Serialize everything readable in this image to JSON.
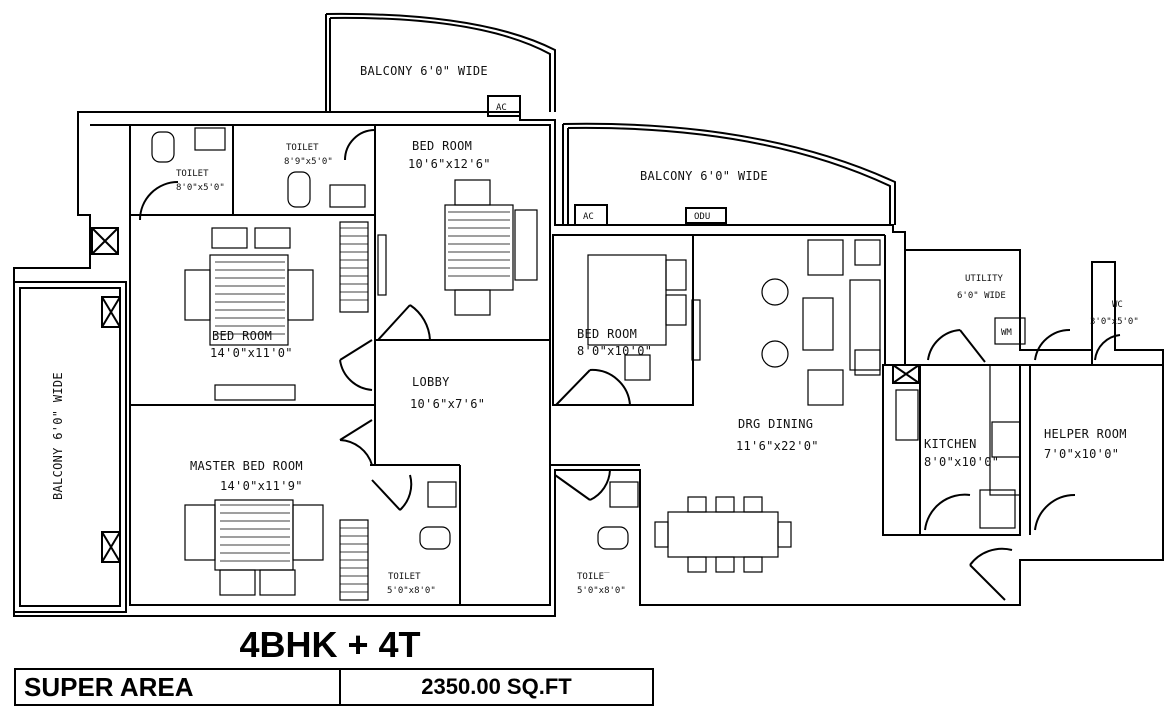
{
  "plan": {
    "rooms": [
      {
        "id": "balcony-top",
        "name": "BALCONY 6'0\" WIDE"
      },
      {
        "id": "balcony-mid",
        "name": "BALCONY 6'0\" WIDE"
      },
      {
        "id": "balcony-left",
        "name": "BALCONY 6'0\" WIDE"
      },
      {
        "id": "toilet-1",
        "name": "TOILET",
        "size": "8'0\"x5'0\""
      },
      {
        "id": "toilet-2",
        "name": "TOILET",
        "size": "8'9\"x5'0\""
      },
      {
        "id": "bedroom-top",
        "name": "BED ROOM",
        "size": "10'6\"x12'6\""
      },
      {
        "id": "bedroom-left",
        "name": "BED ROOM",
        "size": "14'0\"x11'0\""
      },
      {
        "id": "bedroom-small",
        "name": "BED ROOM",
        "size": "8'0\"x10'0\""
      },
      {
        "id": "lobby",
        "name": "LOBBY",
        "size": "10'6\"x7'6\""
      },
      {
        "id": "master-bed",
        "name": "MASTER BED ROOM",
        "size": "14'0\"x11'9\""
      },
      {
        "id": "drg-dining",
        "name": "DRG DINING",
        "size": "11'6\"x22'0\""
      },
      {
        "id": "utility",
        "name": "UTILITY",
        "size": "6'0\" WIDE"
      },
      {
        "id": "wc",
        "name": "WC",
        "size": "3'0\"x5'0\""
      },
      {
        "id": "kitchen",
        "name": "KITCHEN",
        "size": "8'0\"x10'0\""
      },
      {
        "id": "helper-room",
        "name": "HELPER ROOM",
        "size": "7'0\"x10'0\""
      },
      {
        "id": "toilet-3",
        "name": "TOILET",
        "size": "5'0\"x8'0\""
      },
      {
        "id": "toilet-4",
        "name": "TOILE‾",
        "size": "5'0\"x8'0\""
      }
    ],
    "tags": {
      "ac": "AC",
      "odu": "ODU",
      "wm": "WM"
    }
  },
  "summary": {
    "config": "4BHK + 4T",
    "area_label": "SUPER AREA",
    "area_value": "2350.00 SQ.FT"
  }
}
